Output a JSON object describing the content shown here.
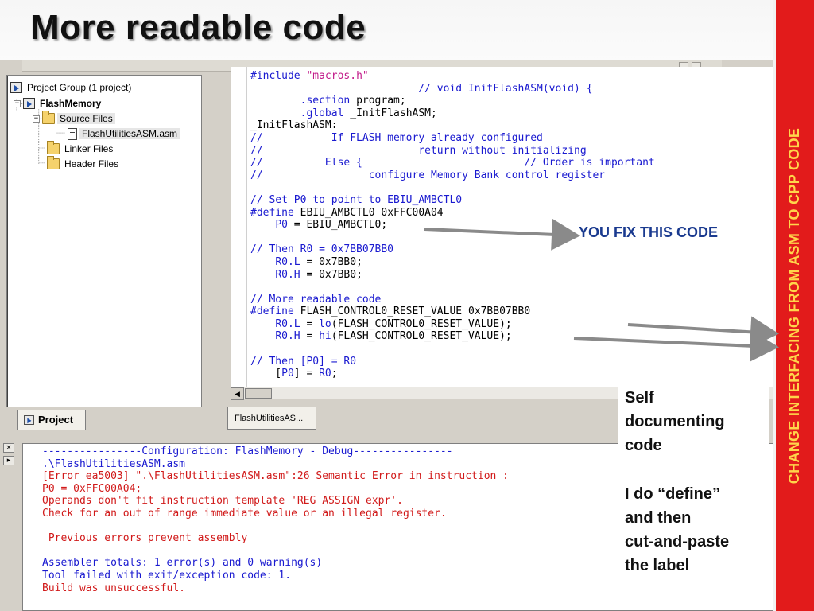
{
  "slide": {
    "title": "More readable code",
    "side_banner": "CHANGE INTERFACING FROM ASM TO CPP CODE",
    "fix_label": "YOU FIX THIS CODE",
    "note_lines": [
      "Self",
      "documenting",
      "code",
      "",
      "I do “define”",
      "and then",
      "cut-and-paste",
      "the label"
    ]
  },
  "ide": {
    "tree": {
      "group": "Project Group (1 project)",
      "project": "FlashMemory",
      "source_folder": "Source Files",
      "source_file": "FlashUtilitiesASM.asm",
      "linker_folder": "Linker Files",
      "header_folder": "Header Files"
    },
    "project_tab": "Project",
    "editor_tab": "FlashUtilitiesAS...",
    "code_lines": [
      [
        [
          "c-kw",
          "#include "
        ],
        [
          "c-pink",
          "\"macros.h\""
        ]
      ],
      [
        [
          "c-com",
          "                           // void InitFlashASM(void) {"
        ]
      ],
      [
        [
          "c-blk",
          "        "
        ],
        [
          "c-kw",
          ".section"
        ],
        [
          "c-blk",
          " program;"
        ]
      ],
      [
        [
          "c-blk",
          "        "
        ],
        [
          "c-kw",
          ".global"
        ],
        [
          "c-blk",
          " _InitFlashASM;"
        ]
      ],
      [
        [
          "c-blk",
          "_InitFlashASM:"
        ]
      ],
      [
        [
          "c-com",
          "//           If FLASH memory already configured"
        ]
      ],
      [
        [
          "c-com",
          "//                         return without initializing"
        ]
      ],
      [
        [
          "c-com",
          "//          Else {                          // Order is important"
        ]
      ],
      [
        [
          "c-com",
          "//                 configure Memory Bank control register"
        ]
      ],
      [
        [
          "c-blk",
          ""
        ]
      ],
      [
        [
          "c-com",
          "// Set P0 to point to EBIU_AMBCTL0"
        ]
      ],
      [
        [
          "c-kw",
          "#define"
        ],
        [
          "c-blk",
          " EBIU_AMBCTL0 0xFFC00A04"
        ]
      ],
      [
        [
          "c-blk",
          "    "
        ],
        [
          "c-reg",
          "P0"
        ],
        [
          "c-blk",
          " = EBIU_AMBCTL0;"
        ]
      ],
      [
        [
          "c-blk",
          ""
        ]
      ],
      [
        [
          "c-com",
          "// Then R0 = 0x7BB07BB0"
        ]
      ],
      [
        [
          "c-blk",
          "    "
        ],
        [
          "c-reg",
          "R0.L"
        ],
        [
          "c-blk",
          " = 0x7BB0;"
        ]
      ],
      [
        [
          "c-blk",
          "    "
        ],
        [
          "c-reg",
          "R0.H"
        ],
        [
          "c-blk",
          " = 0x7BB0;"
        ]
      ],
      [
        [
          "c-blk",
          ""
        ]
      ],
      [
        [
          "c-com",
          "// More readable code"
        ]
      ],
      [
        [
          "c-kw",
          "#define"
        ],
        [
          "c-blk",
          " FLASH_CONTROL0_RESET_VALUE 0x7BB07BB0"
        ]
      ],
      [
        [
          "c-blk",
          "    "
        ],
        [
          "c-reg",
          "R0.L"
        ],
        [
          "c-blk",
          " = "
        ],
        [
          "c-reg",
          "lo"
        ],
        [
          "c-blk",
          "(FLASH_CONTROL0_RESET_VALUE);"
        ]
      ],
      [
        [
          "c-blk",
          "    "
        ],
        [
          "c-reg",
          "R0.H"
        ],
        [
          "c-blk",
          " = "
        ],
        [
          "c-reg",
          "hi"
        ],
        [
          "c-blk",
          "(FLASH_CONTROL0_RESET_VALUE);"
        ]
      ],
      [
        [
          "c-blk",
          ""
        ]
      ],
      [
        [
          "c-com",
          "// Then [P0] = R0"
        ]
      ],
      [
        [
          "c-blk",
          "    ["
        ],
        [
          "c-reg",
          "P0"
        ],
        [
          "c-blk",
          "] = "
        ],
        [
          "c-reg",
          "R0"
        ],
        [
          "c-blk",
          ";"
        ]
      ]
    ],
    "output_lines": [
      [
        [
          "o-blue",
          "----------------Configuration: FlashMemory - Debug----------------"
        ]
      ],
      [
        [
          "o-blue",
          ".\\FlashUtilitiesASM.asm"
        ]
      ],
      [
        [
          "o-red",
          "[Error ea5003] \".\\FlashUtilitiesASM.asm\":26 Semantic Error in instruction :"
        ]
      ],
      [
        [
          "o-red",
          "P0 = 0xFFC00A04;"
        ]
      ],
      [
        [
          "o-red",
          "Operands don't fit instruction template 'REG ASSIGN expr'."
        ]
      ],
      [
        [
          "o-red",
          "Check for an out of range immediate value or an illegal register."
        ]
      ],
      [
        [
          "o-red",
          ""
        ]
      ],
      [
        [
          "o-red",
          " Previous errors prevent assembly"
        ]
      ],
      [
        [
          "o-red",
          ""
        ]
      ],
      [
        [
          "o-blue",
          "Assembler totals: 1 error(s) and 0 warning(s)"
        ]
      ],
      [
        [
          "o-blue",
          "Tool failed with exit/exception code: 1."
        ]
      ],
      [
        [
          "o-red",
          "Build was unsuccessful."
        ]
      ]
    ]
  }
}
